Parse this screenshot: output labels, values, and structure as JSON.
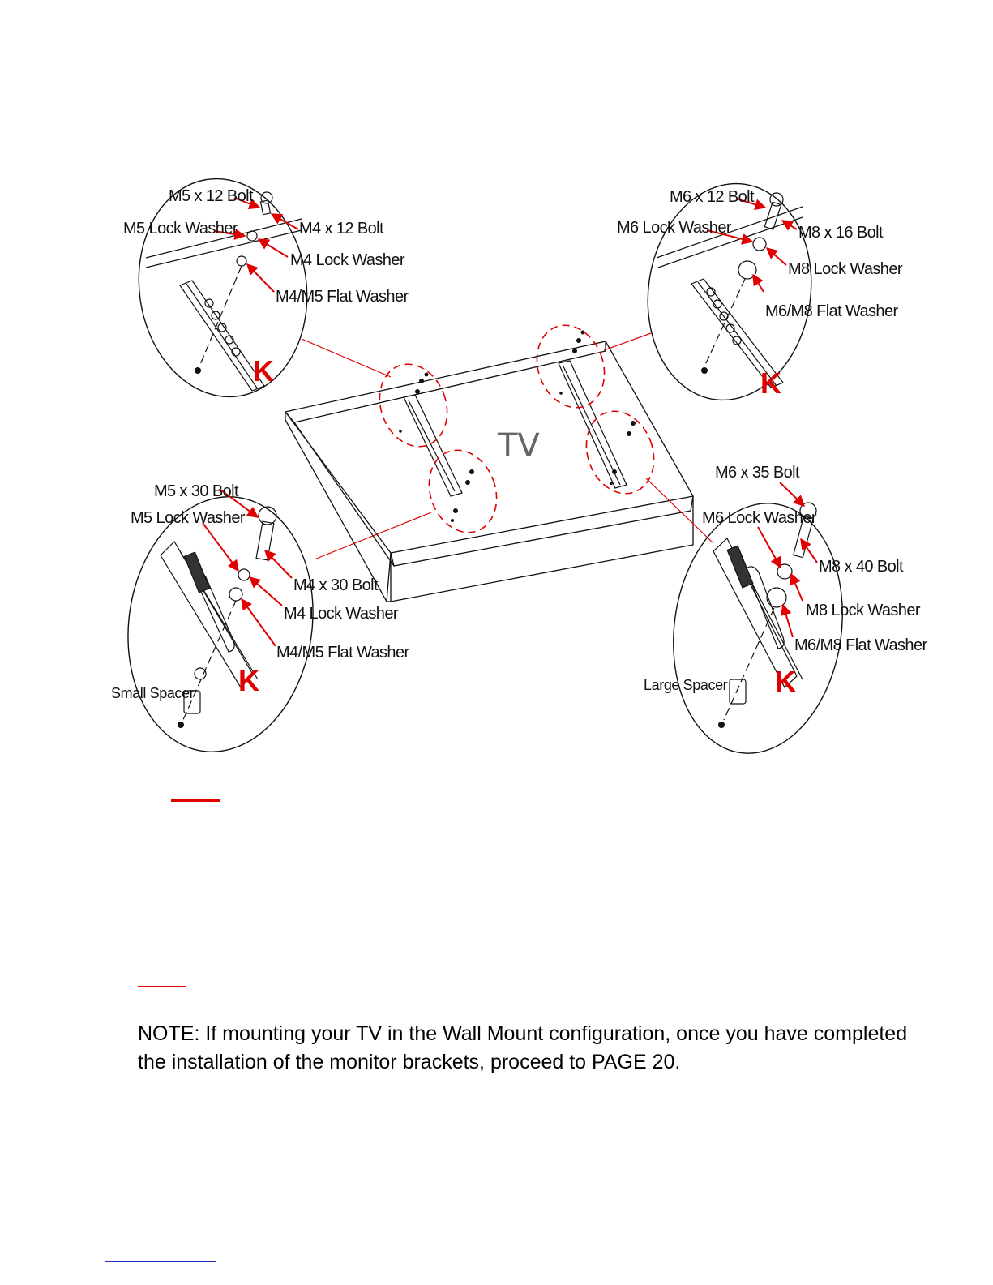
{
  "colors": {
    "line": "#111111",
    "arrow": "#e00000",
    "dashed_circle": "#e00000",
    "tv_label": "#666666",
    "link": "#2233cc"
  },
  "tv_label": "TV",
  "k_mark": "K",
  "callouts": {
    "top_left": [
      "M5 x 12 Bolt",
      "M4 x 12 Bolt",
      "M5 Lock Washer",
      "M4 Lock Washer",
      "M4/M5 Flat Washer"
    ],
    "top_right": [
      "M6 x 12 Bolt",
      "M8 x 16 Bolt",
      "M6 Lock Washer",
      "M8 Lock Washer",
      "M6/M8 Flat Washer"
    ],
    "bottom_left": [
      "M5 x 30 Bolt",
      "M5 Lock Washer",
      "M4 x 30 Bolt",
      "M4 Lock Washer",
      "M4/M5 Flat Washer",
      "Small Spacer"
    ],
    "bottom_right": [
      "M6 x 35 Bolt",
      "M6 Lock Washer",
      "M8 x 40 Bolt",
      "M8 Lock Washer",
      "M6/M8 Flat Washer",
      "Large Spacer"
    ]
  },
  "note": "NOTE: If mounting your TV in the Wall Mount configuration, once you have completed the installation of the monitor brackets, proceed to PAGE 20."
}
